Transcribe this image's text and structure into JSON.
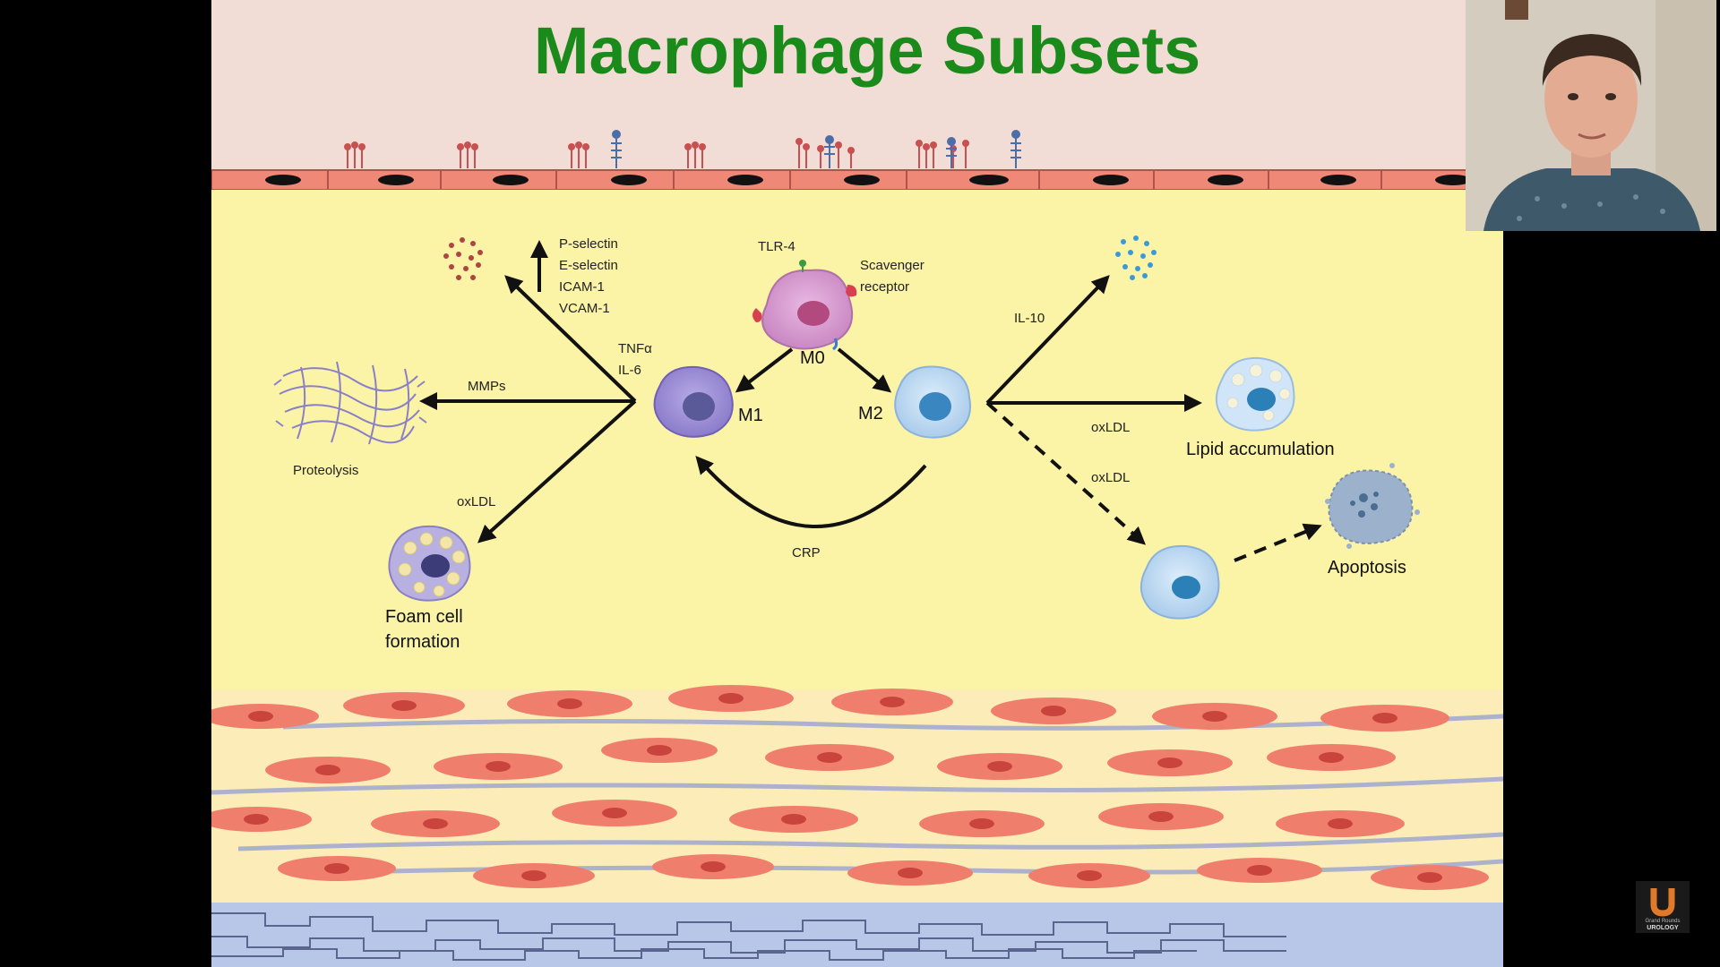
{
  "slide": {
    "title": "Macrophage Subsets",
    "labels": {
      "selectins": [
        "P-selectin",
        "E-selectin",
        "ICAM-1",
        "VCAM-1"
      ],
      "tlr4": "TLR-4",
      "scavenger": [
        "Scavenger",
        "receptor"
      ],
      "tnfa": "TNFα",
      "il6": "IL-6",
      "m0": "M0",
      "m1": "M1",
      "m2": "M2",
      "mmps": "MMPs",
      "proteolysis": "Proteolysis",
      "oxldl_left": "oxLDL",
      "foam_cell": [
        "Foam cell",
        "formation"
      ],
      "crp": "CRP",
      "il10": "IL-10",
      "oxldl_right_top": "oxLDL",
      "oxldl_right_bottom": "oxLDL",
      "lipid_accumulation": "Lipid accumulation",
      "apoptosis": "Apoptosis"
    }
  },
  "colors": {
    "title_green": "#1a8a1a",
    "endothelium_bg": "#f2dcd6",
    "intima_yellow": "#fbf3a6",
    "endothelial_cell": "#f08878",
    "smooth_muscle": "#f07e6c",
    "adventitia_blue": "#b8c6e8",
    "m0_purple": "#d99ad0",
    "m1_purple": "#9e8ed8",
    "m2_blue": "#b8d8f4"
  },
  "icons": {
    "webcam": "presenter-webcam",
    "watermark": "grand-rounds-urology-logo"
  },
  "watermark": {
    "line1": "Grand Rounds",
    "line2": "UROLOGY"
  }
}
